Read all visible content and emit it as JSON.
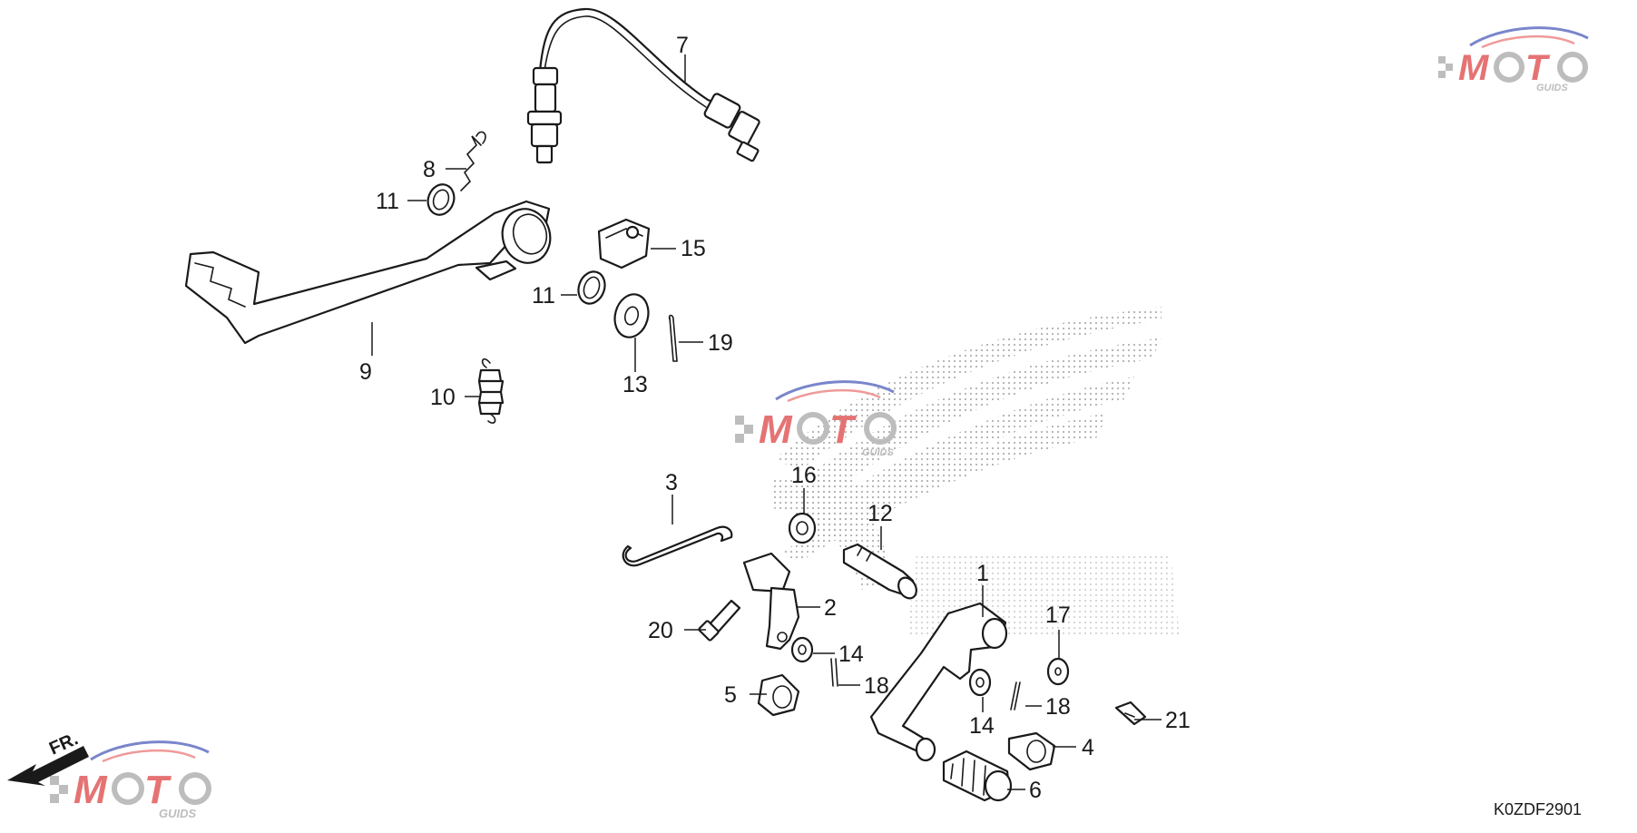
{
  "diagram": {
    "code": "K0ZDF2901",
    "front_label": "FR.",
    "watermark": {
      "brand": "MOTO",
      "sub": "GUIDS",
      "accent": "#c62828",
      "swoosh": "#3949ab",
      "grey": "#9e9e9e"
    },
    "callouts": [
      "1",
      "2",
      "3",
      "4",
      "5",
      "6",
      "7",
      "8",
      "9",
      "10",
      "11",
      "11",
      "12",
      "13",
      "14",
      "14",
      "15",
      "16",
      "17",
      "18",
      "18",
      "19",
      "20",
      "21"
    ]
  }
}
